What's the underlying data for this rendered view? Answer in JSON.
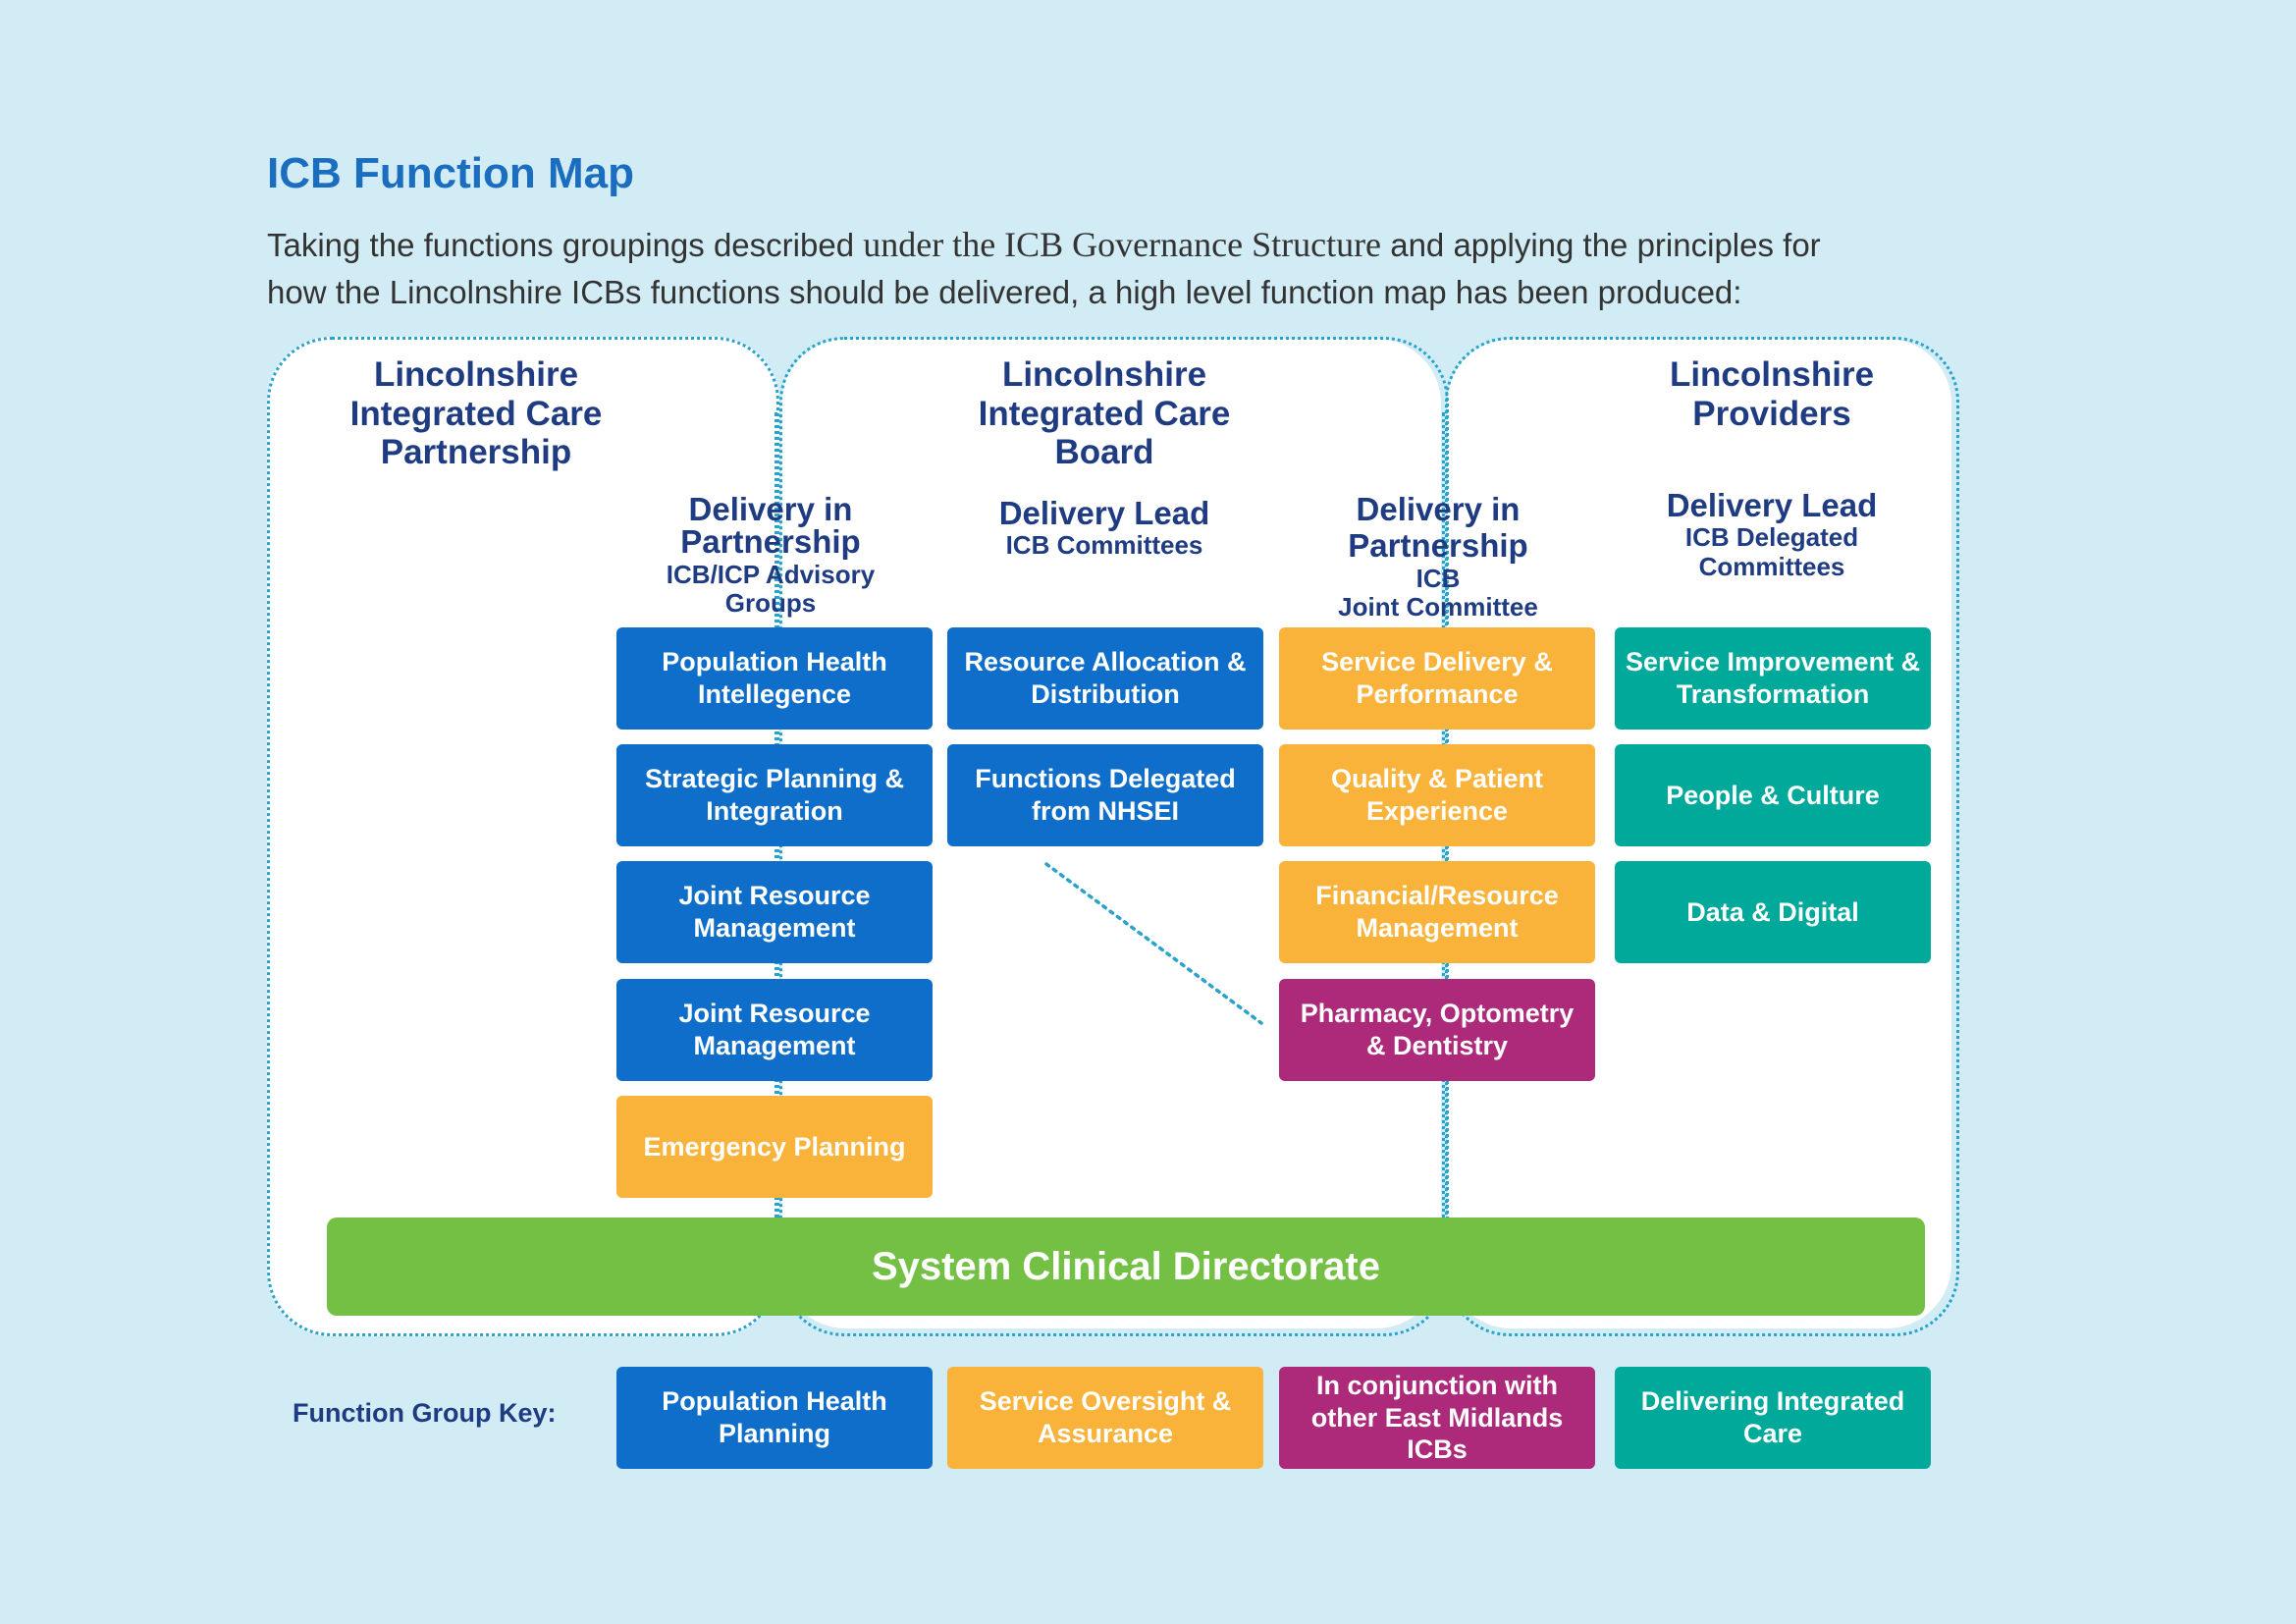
{
  "title": "ICB Function Map",
  "intro": {
    "line1_a": "Taking the functions groupings described ",
    "line1_b": "under the ICB Governance Structure",
    "line1_c": " and applying the principles for",
    "line2": "how the Lincolnshire ICBs functions should be delivered, a high level function map has been produced:"
  },
  "regions": {
    "icp": {
      "title": [
        "Lincolnshire",
        "Integrated Care",
        "Partnership"
      ]
    },
    "icb": {
      "title": [
        "Lincolnshire",
        "Integrated Care",
        "Board"
      ]
    },
    "providers": {
      "title": [
        "Lincolnshire",
        "Providers"
      ]
    }
  },
  "columns": {
    "partnership_advisory": {
      "heading": [
        "Delivery in",
        "Partnership"
      ],
      "sub": [
        "ICB/ICP Advisory",
        "Groups"
      ]
    },
    "lead_committees": {
      "heading": [
        "Delivery Lead"
      ],
      "sub": [
        "ICB Committees"
      ]
    },
    "partnership_joint": {
      "heading": [
        "Delivery in",
        "Partnership"
      ],
      "sub": [
        "ICB",
        "Joint Committee"
      ]
    },
    "lead_delegated": {
      "heading": [
        "Delivery Lead"
      ],
      "sub": [
        "ICB Delegated",
        "Committees"
      ]
    }
  },
  "boxes": {
    "col1": [
      {
        "label": "Population Health Intellegence",
        "group": "blue"
      },
      {
        "label": "Strategic Planning & Integration",
        "group": "blue"
      },
      {
        "label": "Joint Resource Management",
        "group": "blue"
      },
      {
        "label": "Joint Resource Management",
        "group": "blue"
      },
      {
        "label": "Emergency Planning",
        "group": "orange"
      }
    ],
    "col2": [
      {
        "label": "Resource Allocation & Distribution",
        "group": "blue"
      },
      {
        "label": "Functions Delegated from NHSEI",
        "group": "blue"
      }
    ],
    "col3": [
      {
        "label": "Service Delivery & Performance",
        "group": "orange"
      },
      {
        "label": "Quality & Patient Experience",
        "group": "orange"
      },
      {
        "label": "Financial/Resource Management",
        "group": "orange"
      },
      {
        "label": "Pharmacy, Optometry & Dentistry",
        "group": "purple"
      }
    ],
    "col4": [
      {
        "label": "Service Improvement & Transformation",
        "group": "teal"
      },
      {
        "label": "People & Culture",
        "group": "teal"
      },
      {
        "label": "Data & Digital",
        "group": "teal"
      }
    ]
  },
  "clinical_bar": "System Clinical Directorate",
  "key": {
    "label": "Function Group Key:",
    "items": [
      {
        "label": "Population Health Planning",
        "group": "blue"
      },
      {
        "label": "Service Oversight & Assurance",
        "group": "orange"
      },
      {
        "label": "In conjunction with other East Midlands ICBs",
        "group": "purple"
      },
      {
        "label": "Delivering Integrated Care",
        "group": "teal"
      }
    ]
  },
  "colors": {
    "blue": "#0f6ec9",
    "orange": "#f9b23a",
    "purple": "#ad2a7a",
    "teal": "#00a99a",
    "green": "#74c044",
    "title": "#1a6dbf",
    "heading": "#1f3c82",
    "background": "#d1ecf5",
    "dotted": "#2aa3cc"
  }
}
